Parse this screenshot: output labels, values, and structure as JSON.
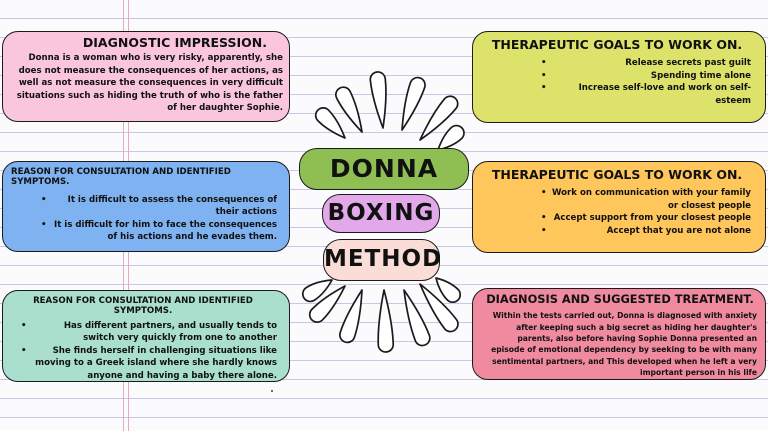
{
  "center": {
    "line1": "DONNA",
    "line2": "BOXING",
    "line3": "METHOD"
  },
  "diagnostic": {
    "title": "DIAGNOSTIC IMPRESSION.",
    "text": "Donna is a woman who is very risky, apparently, she does not measure the consequences of her actions, as well as not measure the consequences in very difficult situations such as hiding the truth of who is the father of her daughter Sophie."
  },
  "reason1": {
    "title": "REASON FOR CONSULTATION AND IDENTIFIED SYMPTOMS.",
    "items": [
      "It is difficult to assess the consequences of their actions",
      "It is difficult for him to face the consequences of his actions and he evades them."
    ]
  },
  "reason2": {
    "title": "REASON FOR CONSULTATION AND IDENTIFIED SYMPTOMS.",
    "items": [
      "Has different partners, and usually tends to switch very quickly from one to another",
      "She finds herself in challenging situations like moving to a Greek island where she hardly knows anyone and having a baby there alone."
    ]
  },
  "goals1": {
    "title": "THERAPEUTIC GOALS TO WORK ON.",
    "items": [
      "Release secrets past guilt",
      "Spending time alone",
      "Increase self-love and work on self-esteem"
    ]
  },
  "goals2": {
    "title": "THERAPEUTIC GOALS TO WORK ON.",
    "items": [
      "Work on communication with your family or closest people",
      "Accept support from your closest people",
      "Accept that you are not alone"
    ]
  },
  "diagnosis": {
    "title": "DIAGNOSIS AND SUGGESTED TREATMENT.",
    "text": "Within the tests carried out, Donna is diagnosed with anxiety after keeping such a big secret as hiding her daughter's parents, also before having Sophie Donna presented an episode of emotional dependency by seeking to be with many sentimental partners, and This developed when he left a very important person in his life"
  },
  "colors": {
    "pink": "#f9c6dd",
    "blue": "#7fb2f0",
    "mint": "#a9dfcc",
    "lime": "#dde36a",
    "orange": "#ffc65c",
    "rose": "#f08a9f",
    "green_pill": "#8fbf52",
    "purple_pill": "#e3a8ea",
    "peach_pill": "#f9ddd6"
  }
}
